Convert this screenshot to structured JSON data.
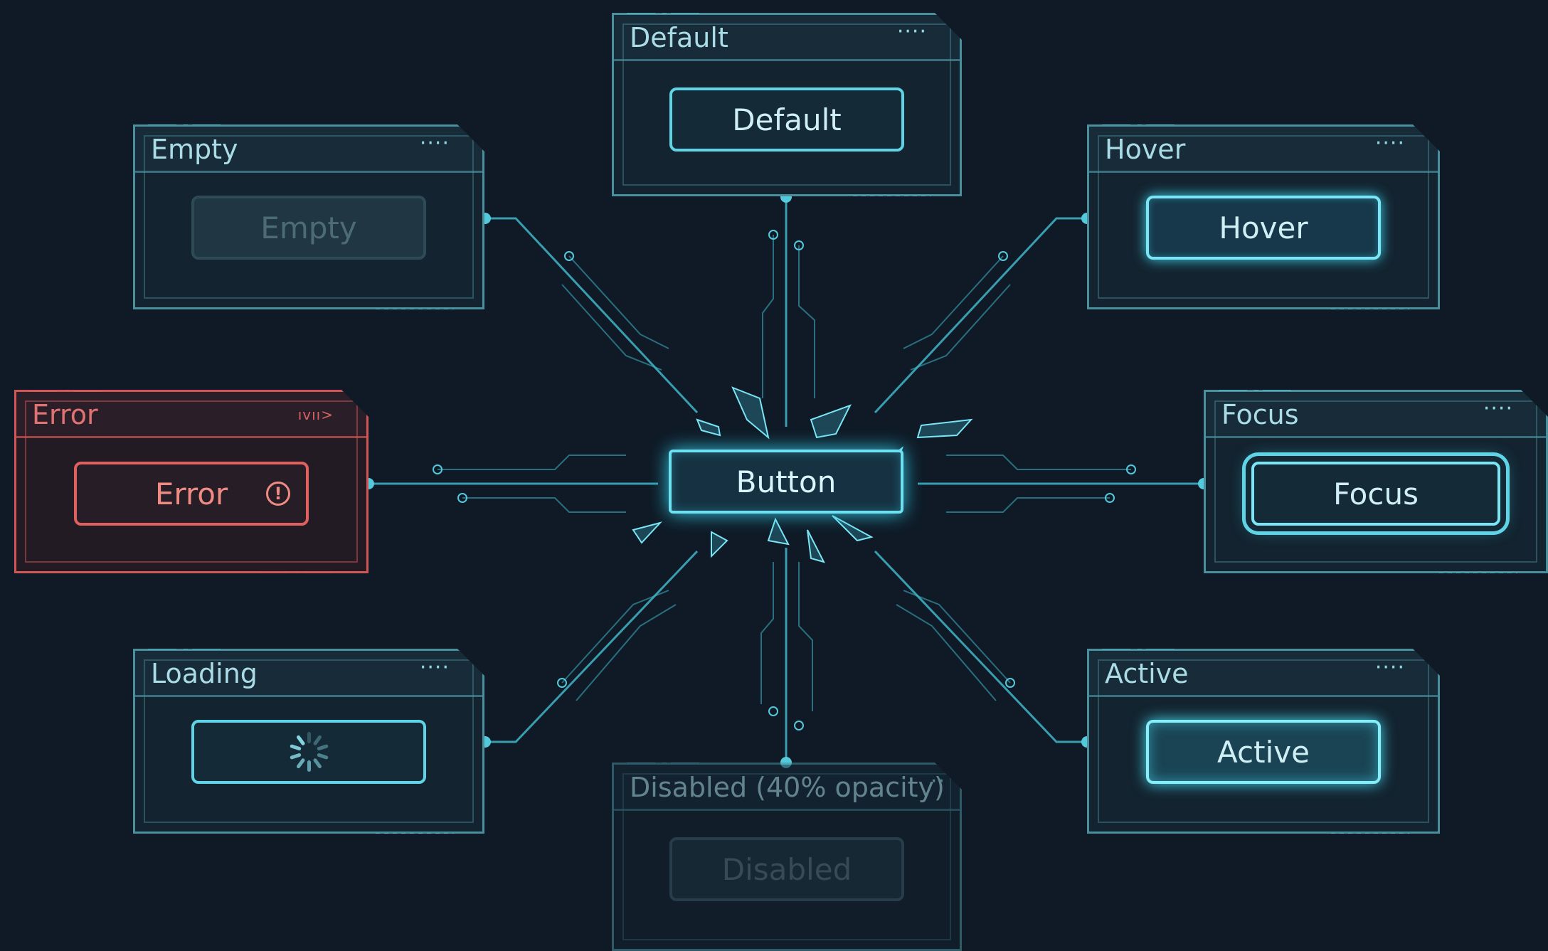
{
  "center": {
    "label": "Button"
  },
  "states": [
    {
      "id": "default",
      "title": "Default",
      "button_label": "Default",
      "menu": "····"
    },
    {
      "id": "empty",
      "title": "Empty",
      "button_label": "Empty",
      "menu": "····"
    },
    {
      "id": "hover",
      "title": "Hover",
      "button_label": "Hover",
      "menu": "····"
    },
    {
      "id": "error",
      "title": "Error",
      "button_label": "Error",
      "menu": "ıvıı>"
    },
    {
      "id": "focus",
      "title": "Focus",
      "button_label": "Focus",
      "menu": "····"
    },
    {
      "id": "loading",
      "title": "Loading",
      "button_label": "",
      "menu": "····"
    },
    {
      "id": "active",
      "title": "Active",
      "button_label": "Active",
      "menu": "····"
    },
    {
      "id": "disabled",
      "title": "Disabled (40% opacity)",
      "button_label": "Disabled",
      "menu": "··"
    }
  ],
  "icons": {
    "error": "alert-circle-icon",
    "loading": "spinner-icon",
    "menu": "more-dots-icon"
  },
  "colors": {
    "background": "#0f1a26",
    "accent": "#5fd4e6",
    "error": "#e06060",
    "muted": "#4d6b74"
  }
}
